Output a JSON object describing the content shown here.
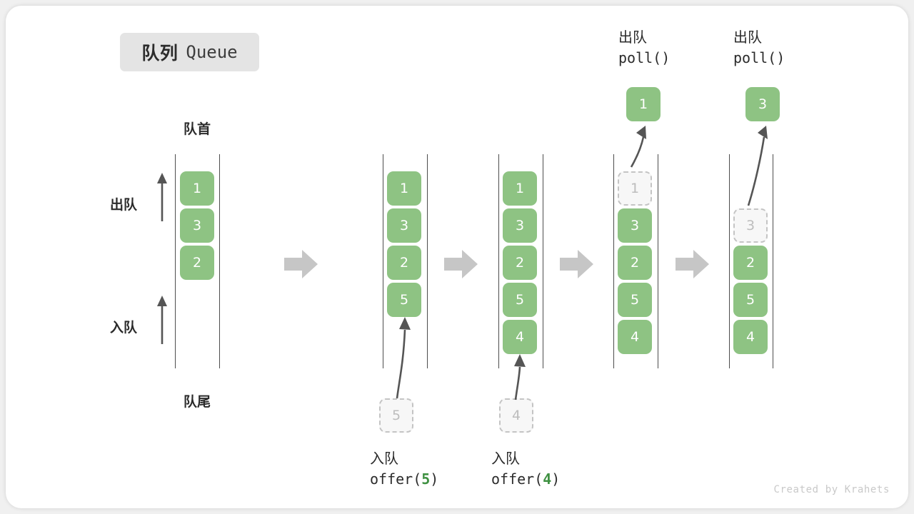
{
  "title": {
    "cn": "队列",
    "en": "Queue"
  },
  "captions": {
    "head": "队首",
    "tail": "队尾",
    "dequeue": "出队",
    "enqueue": "入队"
  },
  "credit": "Created by Krahets",
  "colors": {
    "cell_fill": "#8ec383",
    "cell_text": "#ffffff",
    "ghost_fill": "#f7f7f7",
    "ghost_border": "#c4c4c4",
    "ghost_text": "#bdbdbd",
    "rail": "#4d4d4d",
    "flow_arrow": "#c6c6c6",
    "accent_code": "#3f9142",
    "badge_bg": "#e4e4e4",
    "text": "#2b2b2b",
    "card_bg": "#ffffff",
    "page_bg": "#f0f0f0"
  },
  "columns": [
    {
      "id": "initial",
      "cells": [
        "1",
        "3",
        "2"
      ],
      "ghost_index": -1,
      "incoming": null,
      "popped": null,
      "caption_cn": null,
      "caption_code": null
    },
    {
      "id": "after-offer-5",
      "cells": [
        "1",
        "3",
        "2",
        "5"
      ],
      "ghost_index": -1,
      "incoming": "5",
      "popped": null,
      "caption_cn": "入队",
      "caption_code_prefix": "offer(",
      "caption_code_arg": "5",
      "caption_code_suffix": ")"
    },
    {
      "id": "after-offer-4",
      "cells": [
        "1",
        "3",
        "2",
        "5",
        "4"
      ],
      "ghost_index": -1,
      "incoming": "4",
      "popped": null,
      "caption_cn": "入队",
      "caption_code_prefix": "offer(",
      "caption_code_arg": "4",
      "caption_code_suffix": ")"
    },
    {
      "id": "poll-1",
      "cells": [
        "1",
        "3",
        "2",
        "5",
        "4"
      ],
      "ghost_index": 0,
      "incoming": null,
      "popped": "1",
      "caption_cn": "出队",
      "caption_code_prefix": "poll(",
      "caption_code_arg": "",
      "caption_code_suffix": ")"
    },
    {
      "id": "poll-3",
      "cells": [
        "3",
        "2",
        "5",
        "4"
      ],
      "ghost_index": 0,
      "incoming": null,
      "popped": "3",
      "caption_cn": "出队",
      "caption_code_prefix": "poll(",
      "caption_code_arg": "",
      "caption_code_suffix": ")"
    }
  ],
  "flow_arrows": 4
}
